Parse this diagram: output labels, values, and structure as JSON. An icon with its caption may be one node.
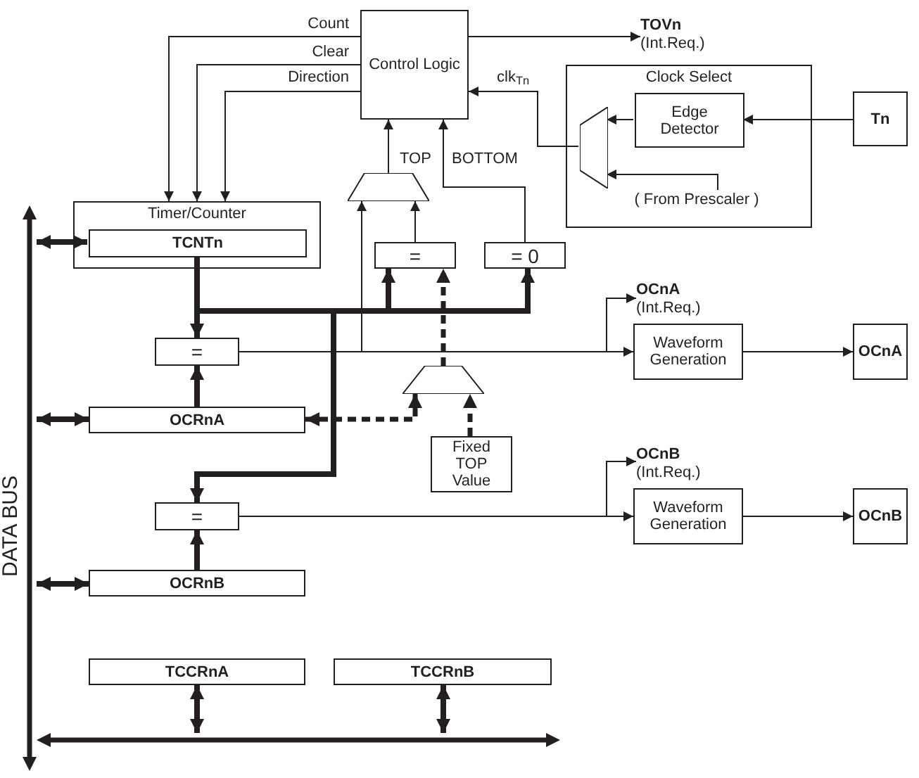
{
  "diagram": {
    "nodes": [
      {
        "text": [
          "Control Logic"
        ]
      },
      {
        "text": [
          "TOVn",
          "(Int.Req.)"
        ]
      },
      {
        "text": [
          "Clock Select"
        ]
      },
      {
        "text": [
          "Edge Detector"
        ],
        "in": 2
      },
      {
        "text": [],
        "shape": "trapezoid",
        "in": 2
      },
      {
        "text": [
          "( From Prescaler )"
        ],
        "in": 2
      },
      {
        "text": [
          "Tn"
        ]
      },
      {
        "text": [
          "Timer/Counter"
        ]
      },
      {
        "text": [
          "TCNTn"
        ],
        "in": 7
      },
      {
        "text": [],
        "shape": "trapezoid"
      },
      {
        "text": [
          "="
        ]
      },
      {
        "text": [
          "= 0"
        ]
      },
      {
        "text": [
          "="
        ]
      },
      {
        "text": [
          "OCnA",
          "(Int.Req.)"
        ]
      },
      {
        "text": [
          "Waveform Generation"
        ]
      },
      {
        "text": [
          "OCnA"
        ]
      },
      {
        "text": [],
        "shape": "trapezoid"
      },
      {
        "text": [
          "OCRnA"
        ]
      },
      {
        "text": [
          "Fixed TOP Value"
        ]
      },
      {
        "text": [
          "="
        ]
      },
      {
        "text": [
          "OCnB",
          "(Int.Req.)"
        ]
      },
      {
        "text": [
          "Waveform Generation"
        ]
      },
      {
        "text": [
          "OCnB"
        ]
      },
      {
        "text": [
          "OCRnB"
        ]
      },
      {
        "text": [
          "TCCRnA"
        ]
      },
      {
        "text": [
          "TCCRnB"
        ]
      },
      {
        "text": [
          "DATA BUS"
        ]
      },
      {
        "text": [],
        "shape": "bar"
      }
    ],
    "edges": [
      {
        "from": 0,
        "to": 1,
        "arrow": "to"
      },
      {
        "from": 0,
        "to": 7,
        "arrow": "to",
        "label": "Count"
      },
      {
        "from": 0,
        "to": 7,
        "arrow": "to",
        "label": "Clear"
      },
      {
        "from": 0,
        "to": 7,
        "arrow": "to",
        "label": "Direction"
      },
      {
        "from": 4,
        "to": 0,
        "arrow": "to",
        "label": "clk$_{Tn}$"
      },
      {
        "from": 3,
        "to": 4,
        "arrow": "to"
      },
      {
        "from": 5,
        "to": 4,
        "arrow": "to"
      },
      {
        "from": 6,
        "to": 3,
        "arrow": "to"
      },
      {
        "from": 9,
        "to": 0,
        "arrow": "to",
        "label": "TOP"
      },
      {
        "from": 11,
        "to": 0,
        "arrow": "to",
        "label": "BOTTOM"
      },
      {
        "from": 10,
        "to": 9,
        "arrow": "to"
      },
      {
        "from": 12,
        "to": 9,
        "arrow": "to"
      },
      {
        "from": 8,
        "to": 12,
        "arrow": "to",
        "style": "thick"
      },
      {
        "from": 8,
        "to": 10,
        "arrow": "to",
        "style": "thick"
      },
      {
        "from": 8,
        "to": 11,
        "arrow": "to",
        "style": "thick"
      },
      {
        "from": 8,
        "to": 19,
        "arrow": "to",
        "style": "thick"
      },
      {
        "from": 16,
        "to": 10,
        "arrow": "to",
        "style": "dashed"
      },
      {
        "from": 17,
        "to": 16,
        "arrow": "both",
        "style": "dashed"
      },
      {
        "from": 18,
        "to": 16,
        "arrow": "to",
        "style": "dashed"
      },
      {
        "from": 17,
        "to": 12,
        "arrow": "to",
        "style": "thick"
      },
      {
        "from": 12,
        "to": 14,
        "arrow": "to"
      },
      {
        "from": 12,
        "to": 13,
        "arrow": "to"
      },
      {
        "from": 14,
        "to": 15,
        "arrow": "to"
      },
      {
        "from": 19,
        "to": 21,
        "arrow": "to"
      },
      {
        "from": 19,
        "to": 20,
        "arrow": "to"
      },
      {
        "from": 21,
        "to": 22,
        "arrow": "to"
      },
      {
        "from": 23,
        "to": 19,
        "arrow": "to",
        "style": "thick"
      },
      {
        "from": 26,
        "to": 8,
        "arrow": "both",
        "style": "thick"
      },
      {
        "from": 26,
        "to": 17,
        "arrow": "both",
        "style": "thick"
      },
      {
        "from": 26,
        "to": 23,
        "arrow": "both",
        "style": "thick"
      },
      {
        "from": 27,
        "to": 24,
        "arrow": "both",
        "style": "thick"
      },
      {
        "from": 27,
        "to": 25,
        "arrow": "both",
        "style": "thick"
      }
    ]
  }
}
